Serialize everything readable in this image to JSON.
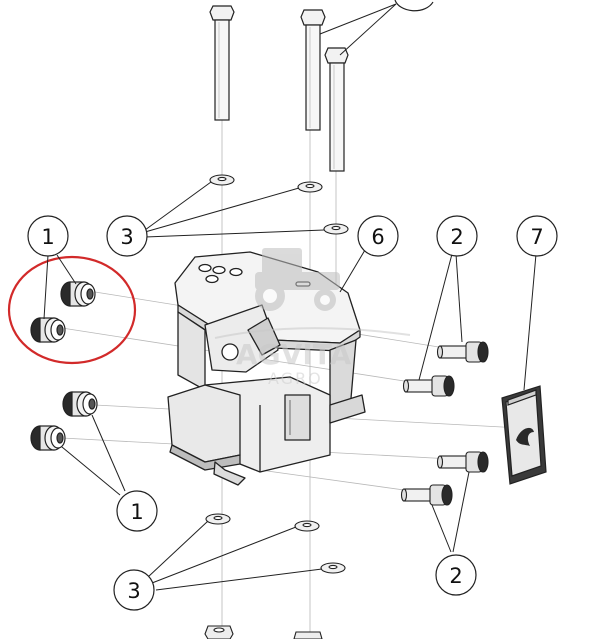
{
  "callouts": [
    {
      "id": "c1a",
      "label": "1"
    },
    {
      "id": "c3a",
      "label": "3"
    },
    {
      "id": "c6",
      "label": "6"
    },
    {
      "id": "c2a",
      "label": "2"
    },
    {
      "id": "c7",
      "label": "7"
    },
    {
      "id": "c1b",
      "label": "1"
    },
    {
      "id": "c3b",
      "label": "3"
    },
    {
      "id": "c2b",
      "label": "2"
    }
  ],
  "watermark": {
    "brand": "AGVITA",
    "sub": "AGRO"
  },
  "colors": {
    "line": "#222222",
    "highlight": "#d22a2a",
    "watermark": "#c9c9c9",
    "fill_light": "#f3f3f3",
    "fill_mid": "#dcdcdc",
    "fill_dark": "#9a9a9a"
  }
}
